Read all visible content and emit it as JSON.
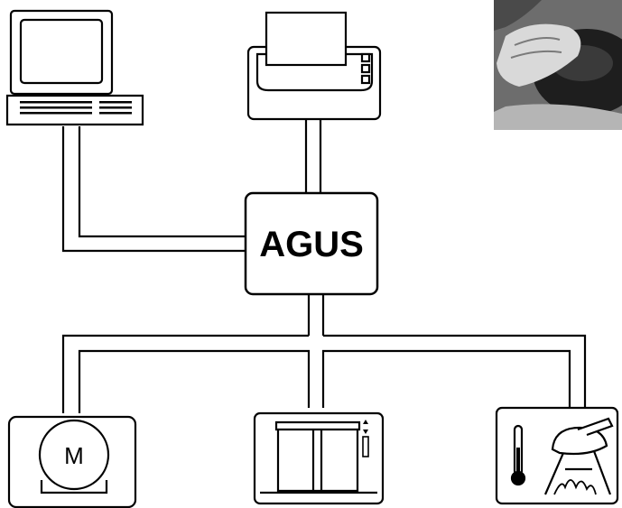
{
  "diagram": {
    "hub": {
      "label": "AGUS"
    },
    "devices": [
      {
        "id": "terminal",
        "icon": "computer-terminal-icon"
      },
      {
        "id": "printer",
        "icon": "printer-icon"
      },
      {
        "id": "motor",
        "icon": "motor-icon",
        "label": "M"
      },
      {
        "id": "lift",
        "icon": "elevator-icon"
      },
      {
        "id": "heating",
        "icon": "heated-vessel-icon"
      }
    ],
    "photo": {
      "icon": "photo-hand-with-cup"
    },
    "colors": {
      "ink": "#000000",
      "paper": "#ffffff",
      "photo_dark": "#2a2a2a",
      "photo_light": "#9a9a9a"
    }
  }
}
